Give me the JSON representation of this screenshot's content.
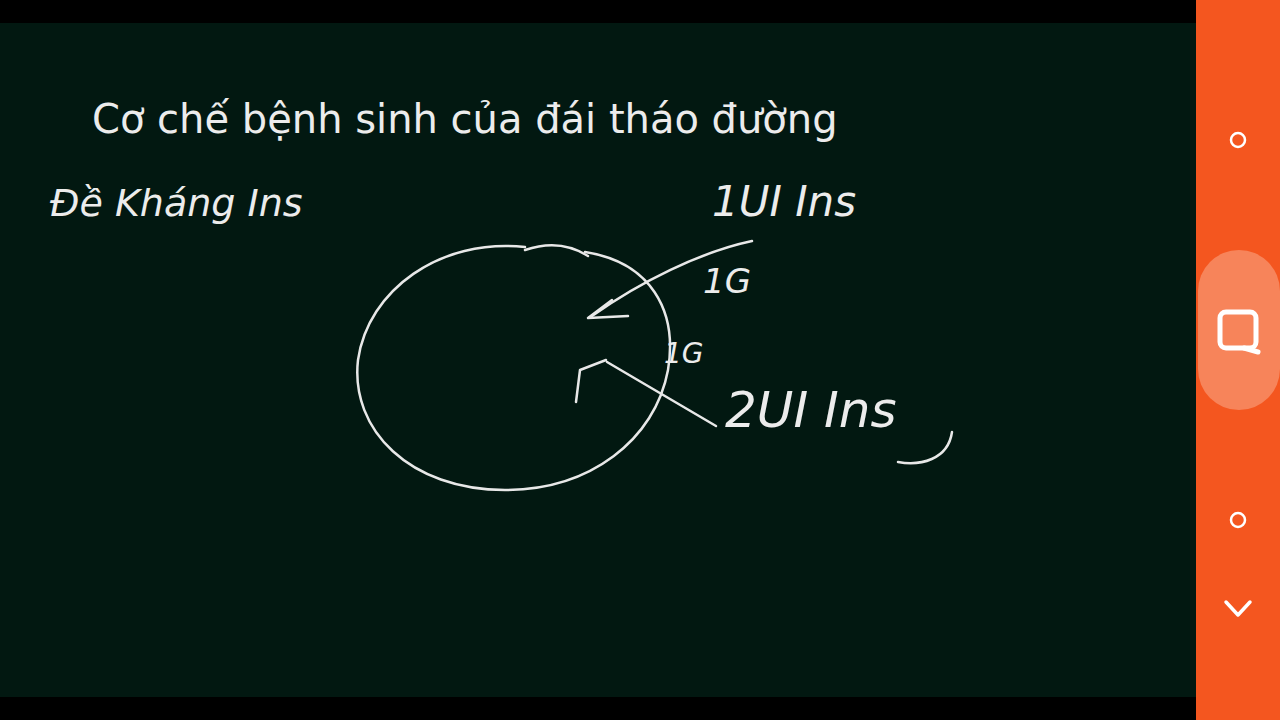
{
  "diagram": {
    "title": "Cơ chế bệnh sinh của đái tháo đường",
    "labels": [
      "Đề Kháng Ins",
      "1UI Ins",
      "1G",
      "1G",
      "2UI Ins"
    ]
  }
}
